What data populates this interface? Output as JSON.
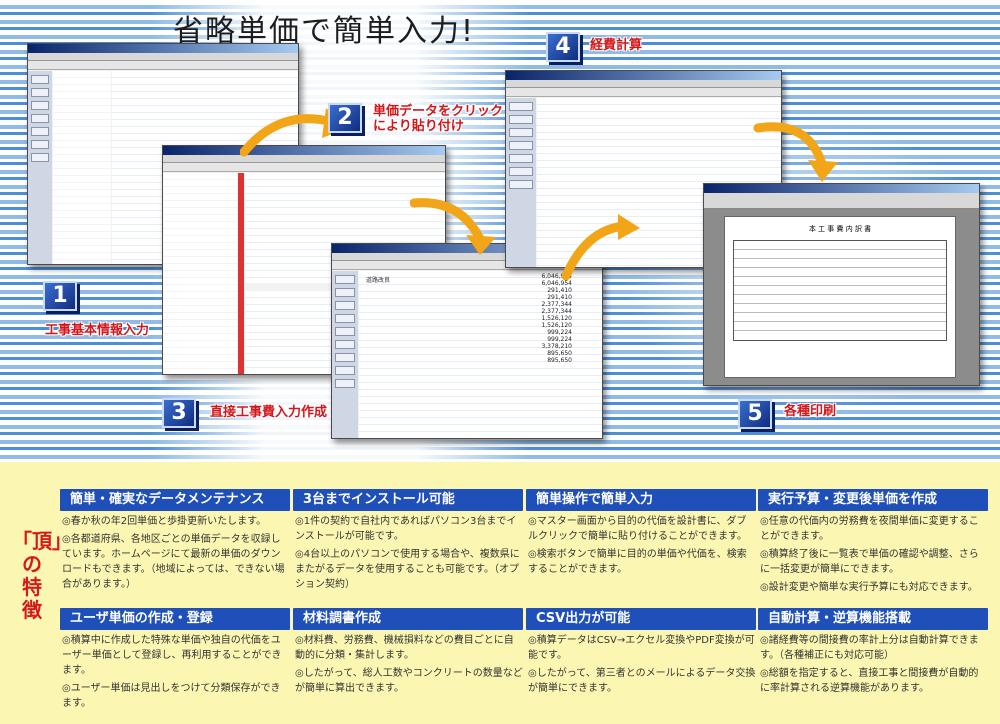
{
  "headline": "省略単価で簡単入力!",
  "steps": [
    {
      "number": "1",
      "caption": "工事基本情報入力"
    },
    {
      "number": "2",
      "caption_line1": "単価データをクリック",
      "caption_line2": "により貼り付け"
    },
    {
      "number": "3",
      "caption": "直接工事費入力作成"
    },
    {
      "number": "4",
      "caption": "経費計算"
    },
    {
      "number": "5",
      "caption": "各種印刷"
    }
  ],
  "side_title": [
    "「頂」",
    "の",
    "特",
    "徴"
  ],
  "features": [
    {
      "title": "簡単・確実なデータメンテナンス",
      "items": [
        "◎春か秋の年2回単価と歩掛更新いたします。",
        "◎各都道府県、各地区ごとの単価データを収録しています。ホームページにて最新の単価のダウンロードもできます。（地域によっては、できない場合があります。）"
      ]
    },
    {
      "title": "3台までインストール可能",
      "items": [
        "◎1件の契約で自社内であればパソコン3台までインストールが可能です。",
        "◎4台以上のパソコンで使用する場合や、複数県にまたがるデータを使用することも可能です。（オプション契約）"
      ]
    },
    {
      "title": "簡単操作で簡単入力",
      "items": [
        "◎マスター画面から目的の代価を設計書に、ダブルクリックで簡単に貼り付けることができます。",
        "◎検索ボタンで簡単に目的の単価や代価を、検索することができます。"
      ]
    },
    {
      "title": "実行予算・変更後単価を作成",
      "items": [
        "◎任意の代価内の労務費を夜間単価に変更することができます。",
        "◎積算終了後に一覧表で単価の確認や調整、さらに一括変更が簡単にできます。",
        "◎設計変更や簡単な実行予算にも対応できます。"
      ]
    },
    {
      "title": "ユーザ単価の作成・登録",
      "items": [
        "◎積算中に作成した特殊な単価や独自の代価をユーザー単価として登録し、再利用することができます。",
        "◎ユーザー単価は見出しをつけて分類保存ができます。"
      ]
    },
    {
      "title": "材料調書作成",
      "items": [
        "◎材料費、労務費、機械損料などの費目ごとに自動的に分類・集計します。",
        "◎したがって、総人工数やコンクリートの数量などが簡単に算出できます。"
      ]
    },
    {
      "title": "CSV出力が可能",
      "items": [
        "◎積算データはCSV→エクセル変換やPDF変換が可能です。",
        "◎したがって、第三者とのメールによるデータ交換が簡単にできます。"
      ]
    },
    {
      "title": "自動計算・逆算機能搭載",
      "items": [
        "◎諸経費等の間接費の率計上分は自動計算できます。（各種補正にも対応可能）",
        "◎総額を指定すると、直接工事と間接費が自動的に率計算される逆算機能があります。"
      ]
    }
  ],
  "screens": {
    "print_preview_title": "本 工 事 費 内 訳 書",
    "tree_root": "道路改良",
    "amount_values": [
      "6,046,954",
      "6,046,954",
      "291,410",
      "291,410",
      "2,377,344",
      "2,377,344",
      "1,526,120",
      "1,526,120",
      "999,224",
      "999,224",
      "3,378,210",
      "895,650",
      "895,650"
    ]
  },
  "colors": {
    "step_badge": "#1c49b4",
    "caption_red": "#d4161b",
    "feature_bar": "#1f4fb8",
    "lower_panel": "#fbf7b2"
  }
}
